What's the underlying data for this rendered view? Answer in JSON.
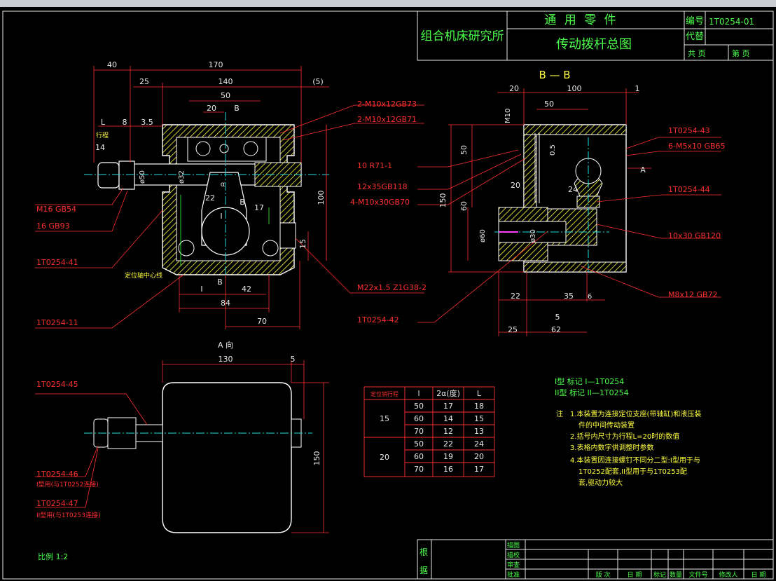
{
  "title_block": {
    "org": "组合机床研究所",
    "part_type": "通 用 零 件",
    "drawing_name": "传动拨杆总图",
    "code_label": "编号",
    "code_value": "1T0254-01",
    "replace_label": "代替",
    "pages_total": "共  页",
    "page_no": "第  页"
  },
  "section_label": "B  —  B",
  "view_a_label": "A 向",
  "scale_label": "比例 1:2",
  "main_view": {
    "dims": [
      "40",
      "170",
      "25",
      "140",
      "(5)",
      "50",
      "20",
      "B",
      "8",
      "3.5",
      "L",
      "行程",
      "14",
      "ø50",
      "ø32",
      "22",
      "α",
      "B",
      "17",
      "100",
      "15",
      "42",
      "84",
      "70",
      "B"
    ],
    "labels": {
      "thread1": "2-M10x12GB73",
      "thread2": "2-M10x12GB71",
      "bolt": "M16 GB54",
      "washer": "16  GB93",
      "part41": "1T0254-41",
      "centerline": "定位轴中心线",
      "part11": "1T0254-11",
      "pipe": "M22x1.5 Z1G38-2",
      "pin": "10 R71-1",
      "rod": "12x35GB118",
      "screws": "4-M10x30GB70",
      "part42": "1T0254-42",
      "l_mark": "I"
    }
  },
  "section_view": {
    "dims": [
      "20",
      "100",
      "1",
      "50",
      "M10",
      "50",
      "0.5",
      "20",
      "24",
      "150",
      "60",
      "ø60",
      "ø30",
      "22",
      "35",
      "6",
      "5",
      "25",
      "62",
      "A"
    ],
    "labels": {
      "part43": "1T0254-43",
      "screws65": "6-M5x10 GB65",
      "part44": "1T0254-44",
      "key": "10x30 GB120",
      "screw72": "M8x12 GB72"
    }
  },
  "a_view": {
    "dims": [
      "130",
      "5",
      "150"
    ],
    "labels": {
      "part45": "1T0254-45",
      "part46": "1T0254-46",
      "part46_note": "I型用(与1T0252连接)",
      "part47": "1T0254-47",
      "part47_note": "II型用(与1T0253连接)"
    }
  },
  "stroke_table": {
    "headers": [
      "定位销行程",
      "l",
      "2α(度)",
      "L"
    ],
    "groups": [
      {
        "stroke": "15",
        "rows": [
          [
            "50",
            "17",
            "18"
          ],
          [
            "60",
            "14",
            "15"
          ],
          [
            "70",
            "12",
            "13"
          ]
        ]
      },
      {
        "stroke": "20",
        "rows": [
          [
            "50",
            "22",
            "24"
          ],
          [
            "60",
            "19",
            "20"
          ],
          [
            "70",
            "16",
            "17"
          ]
        ]
      }
    ]
  },
  "marks": {
    "type1": "I型 标记 I—1T0254",
    "type2": "II型 标记 II—1T0254"
  },
  "notes": {
    "prefix": "注",
    "lines": [
      "1.本装置为连接定位支座(带轴缸)和液压装",
      "件的中间传动装置",
      "2.括号内尺寸为行程L=20时的数值",
      "3.表格内数字供调整时参数",
      "4.本装置因连接螺钉不同分二型:I型用于与",
      "1T0252配套,II型用于与1T0253配",
      "套,驱动力较大"
    ]
  },
  "bottom_block": {
    "left_labels": [
      "根",
      "据"
    ],
    "rows": [
      "描图",
      "描校",
      "审查",
      "批准"
    ],
    "cols": [
      "版 次",
      "日 期",
      "标记",
      "数量",
      "文件号",
      "修改人",
      "日 期"
    ]
  },
  "colors": {
    "outline": "#ffffff",
    "hatch": "#ffff40",
    "dimension": "#ff3030",
    "text": "#4cff4c",
    "center": "#20e0e0",
    "green_line": "#30ff30",
    "magenta": "#ff40ff"
  }
}
